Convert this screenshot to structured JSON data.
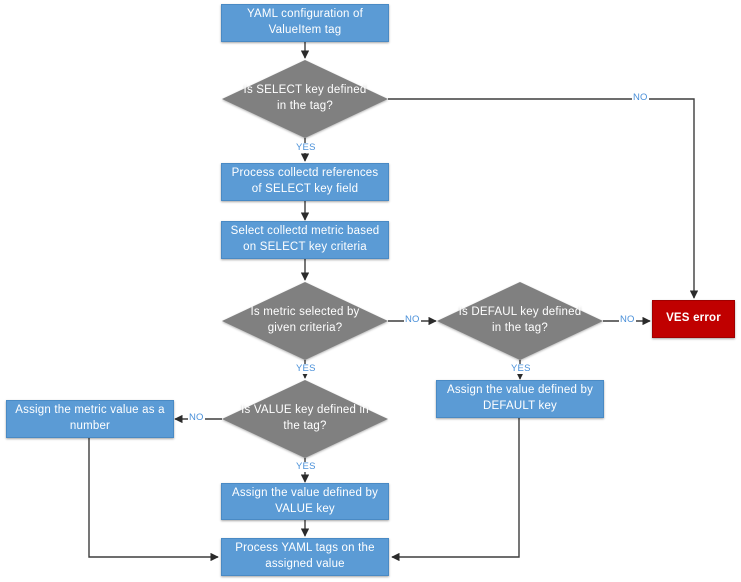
{
  "diagram": {
    "title": "YAML ValueItem tag processing flowchart",
    "colors": {
      "process": "#5B9BD5",
      "decision": "#808080",
      "error": "#C00000",
      "label": "#4A90D9",
      "line": "#404040"
    },
    "nodes": [
      {
        "id": "start",
        "type": "process",
        "label": "YAML configuration of ValueItem tag"
      },
      {
        "id": "select_key",
        "type": "decision",
        "label": "Is SELECT key defined in the tag?"
      },
      {
        "id": "process_refs",
        "type": "process",
        "label": "Process collectd references of SELECT key field"
      },
      {
        "id": "select_metric",
        "type": "process",
        "label": "Select collectd metric based on SELECT key criteria"
      },
      {
        "id": "metric_sel",
        "type": "decision",
        "label": "Is metric selected by given criteria?"
      },
      {
        "id": "defaul_key",
        "type": "decision",
        "label": "Is DEFAUL key defined in the tag?"
      },
      {
        "id": "ves_error",
        "type": "error",
        "label": "VES error"
      },
      {
        "id": "assign_default",
        "type": "process",
        "label": "Assign the value defined by DEFAULT key"
      },
      {
        "id": "value_key",
        "type": "decision",
        "label": "Is VALUE key defined in the tag?"
      },
      {
        "id": "assign_number",
        "type": "process",
        "label": "Assign the metric value as a number"
      },
      {
        "id": "assign_value",
        "type": "process",
        "label": "Assign the value defined by VALUE key"
      },
      {
        "id": "process_tags",
        "type": "process",
        "label": "Process YAML tags on the assigned value"
      }
    ],
    "edge_labels": [
      {
        "id": "select-no",
        "text": "NO"
      },
      {
        "id": "select-yes",
        "text": "YES"
      },
      {
        "id": "metric-no",
        "text": "NO"
      },
      {
        "id": "metric-yes",
        "text": "YES"
      },
      {
        "id": "defaul-no",
        "text": "NO"
      },
      {
        "id": "defaul-yes",
        "text": "YES"
      },
      {
        "id": "value-no",
        "text": "NO"
      },
      {
        "id": "value-yes",
        "text": "YES"
      }
    ]
  }
}
